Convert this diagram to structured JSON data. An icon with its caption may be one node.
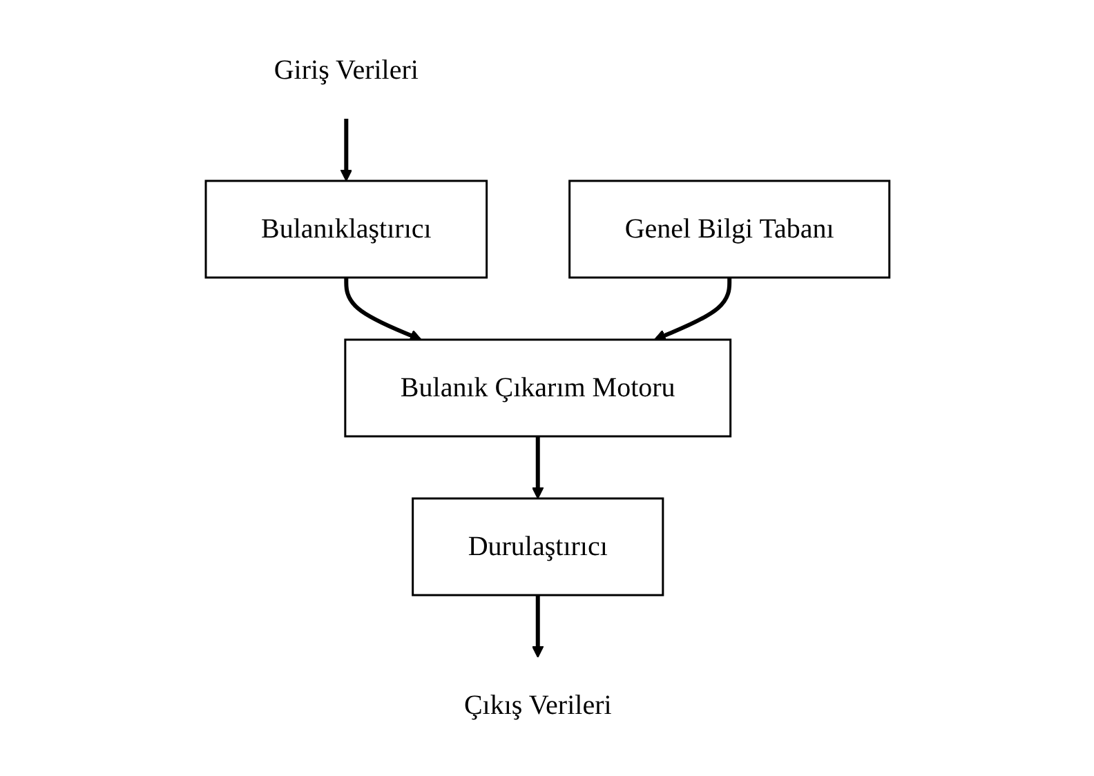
{
  "diagram": {
    "nodes": [
      {
        "text": [
          "Giriş Verileri"
        ]
      },
      {
        "text": [
          "Bulanıklaştırıcı"
        ]
      },
      {
        "text": [
          "Genel Bilgi Tabanı"
        ]
      },
      {
        "text": [
          "Bulanık Çıkarım Motoru"
        ]
      },
      {
        "text": [
          "Durulaştırıcı"
        ]
      },
      {
        "text": [
          "Çıkış Verileri"
        ]
      }
    ],
    "edges": [
      {
        "from": 0,
        "to": 1,
        "arrow": "to"
      },
      {
        "from": 1,
        "to": 3,
        "arrow": "to"
      },
      {
        "from": 2,
        "to": 3,
        "arrow": "to"
      },
      {
        "from": 3,
        "to": 4,
        "arrow": "to"
      },
      {
        "from": 4,
        "to": 5,
        "arrow": "to"
      }
    ]
  }
}
